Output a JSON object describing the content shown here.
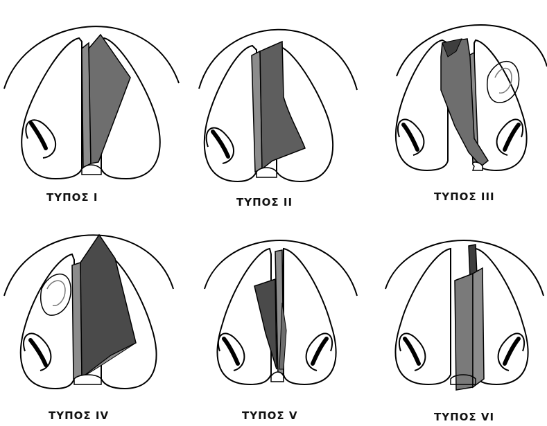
{
  "figure": {
    "panels": [
      {
        "label": "ΤΥΠΟΣ I",
        "variant": "type-1"
      },
      {
        "label": "ΤΥΠΟΣ II",
        "variant": "type-2"
      },
      {
        "label": "ΤΥΠΟΣ III",
        "variant": "type-3"
      },
      {
        "label": "ΤΥΠΟΣ IV",
        "variant": "type-4"
      },
      {
        "label": "ΤΥΠΟΣ V",
        "variant": "type-5"
      },
      {
        "label": "ΤΥΠΟΣ VI",
        "variant": "type-6"
      }
    ],
    "colors": {
      "outline": "#000000",
      "shade_dark": "#4a4a4a",
      "shade_mid": "#6e6e6e",
      "shade_light": "#8c8c8c"
    }
  }
}
